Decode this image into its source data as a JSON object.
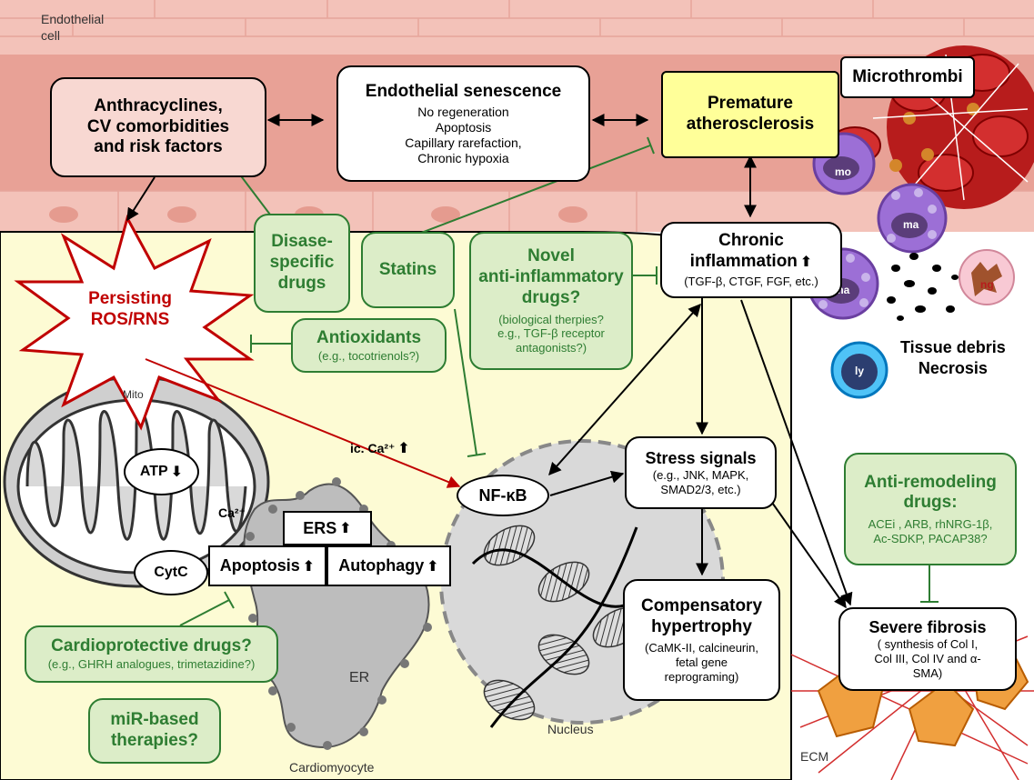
{
  "labels": {
    "endothelial_cell": "Endothelial\ncell",
    "mito": "Mito",
    "ca2": "Ca²⁺",
    "ic_ca": "ic. Ca²⁺",
    "er": "ER",
    "nucleus": "Nucleus",
    "cardiomyocyte": "Cardiomyocyte",
    "ecm": "ECM",
    "tissue_debris": "Tissue debris\nNecrosis",
    "mo": "mo",
    "ma1": "ma",
    "ma2": "ma",
    "ng": "ng",
    "ly": "ly"
  },
  "boxes": {
    "anthracyclines": "Anthracyclines,\nCV comorbidities\nand risk factors",
    "senescence_title": "Endothelial senescence",
    "senescence_body": "No regeneration\nApoptosis\nCapillary rarefaction,\nChronic hypoxia",
    "premature": "Premature\natherosclerosis",
    "microthrombi": "Microthrombi",
    "persisting": "Persisting\nROS/RNS",
    "disease_specific": "Disase-\nspecific\ndrugs",
    "statins": "Statins",
    "novel_title": "Novel\nanti-inflammatory\ndrugs?",
    "novel_body": "(biological therpies?\ne.g., TGF-β receptor\nantagonists?)",
    "chronic_title": "Chronic\ninflammation",
    "chronic_body": "(TGF-β, CTGF, FGF,  etc.)",
    "antioxidants_title": "Antioxidants",
    "antioxidants_body": "(e.g., tocotrienols?)",
    "atp": "ATP",
    "cytc": "CytC",
    "apoptosis": "Apoptosis",
    "ers": "ERS",
    "autophagy": "Autophagy",
    "nfkb": "NF-κB",
    "stress_title": "Stress signals",
    "stress_body": "(e.g., JNK, MAPK,\nSMAD2/3, etc.)",
    "comp_title": "Compensatory\nhypertrophy",
    "comp_body": "(CaMK-II, calcineurin,\nfetal gene\nreprograming)",
    "anti_title": "Anti-remodeling\ndrugs:",
    "anti_body": "ACEi , ARB, rhNRG-1β,\nAc-SDKP, PACAP38?",
    "fibrosis_title": "Severe fibrosis",
    "fibrosis_body": "( synthesis of Col I,\nCol III, Col IV and α-\nSMA)",
    "cardio_title": "Cardioprotective drugs?",
    "cardio_body": "(e.g., GHRH analogues, trimetazidine?)",
    "mir": "miR-based\ntherapies?"
  },
  "colors": {
    "vessel": "#e8a196",
    "endothelium": "#f3c2b9",
    "cytoplasm": "#fdfbd4",
    "green": "#2e7d32",
    "green_fill": "#dcedc8",
    "red": "#c00000",
    "premature_fill": "#ffff99",
    "anthra_fill": "#f8d8d2"
  }
}
